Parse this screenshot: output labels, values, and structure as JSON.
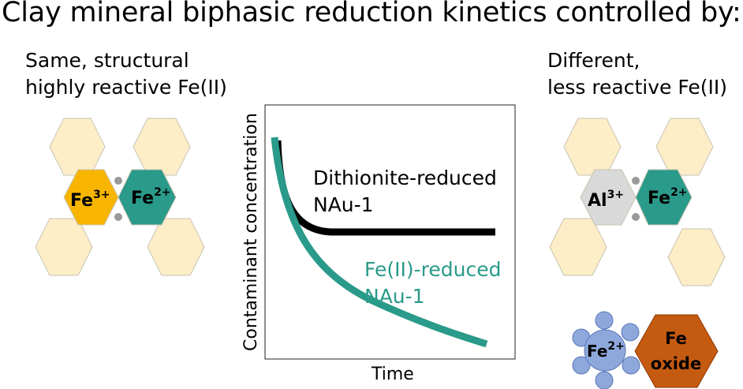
{
  "title": "Clay mineral biphasic reduction kinetics controlled by:",
  "left_panel": {
    "caption_line1": "Same, structural",
    "caption_line2": "highly reactive Fe(II)",
    "ion_a": "Fe",
    "ion_a_charge": "3+",
    "ion_b": "Fe",
    "ion_b_charge": "2+"
  },
  "right_panel": {
    "caption_line1": "Different,",
    "caption_line2": "less reactive Fe(II)",
    "ion_a": "Al",
    "ion_a_charge": "3+",
    "ion_b": "Fe",
    "ion_b_charge": "2+",
    "sorbed_ion": "Fe",
    "sorbed_ion_charge": "2+",
    "oxide_line1": "Fe",
    "oxide_line2": "oxide"
  },
  "chart": {
    "xlabel": "Time",
    "ylabel": "Contaminant concentration",
    "series": [
      {
        "name_line1": "Dithionite-reduced",
        "name_line2": "NAu-1",
        "color": "#000000"
      },
      {
        "name_line1": "Fe(II)-reduced",
        "name_line2": "NAu-1",
        "color": "#2a9a8a"
      }
    ]
  },
  "colors": {
    "hex_light": "#fdeec8",
    "fe3": "#f7b500",
    "fe2": "#2a9a8a",
    "al": "#d9d9d9",
    "sorbed_fe": "#8fa8dc",
    "oxide": "#c55a11",
    "bond_dot": "#999999"
  }
}
